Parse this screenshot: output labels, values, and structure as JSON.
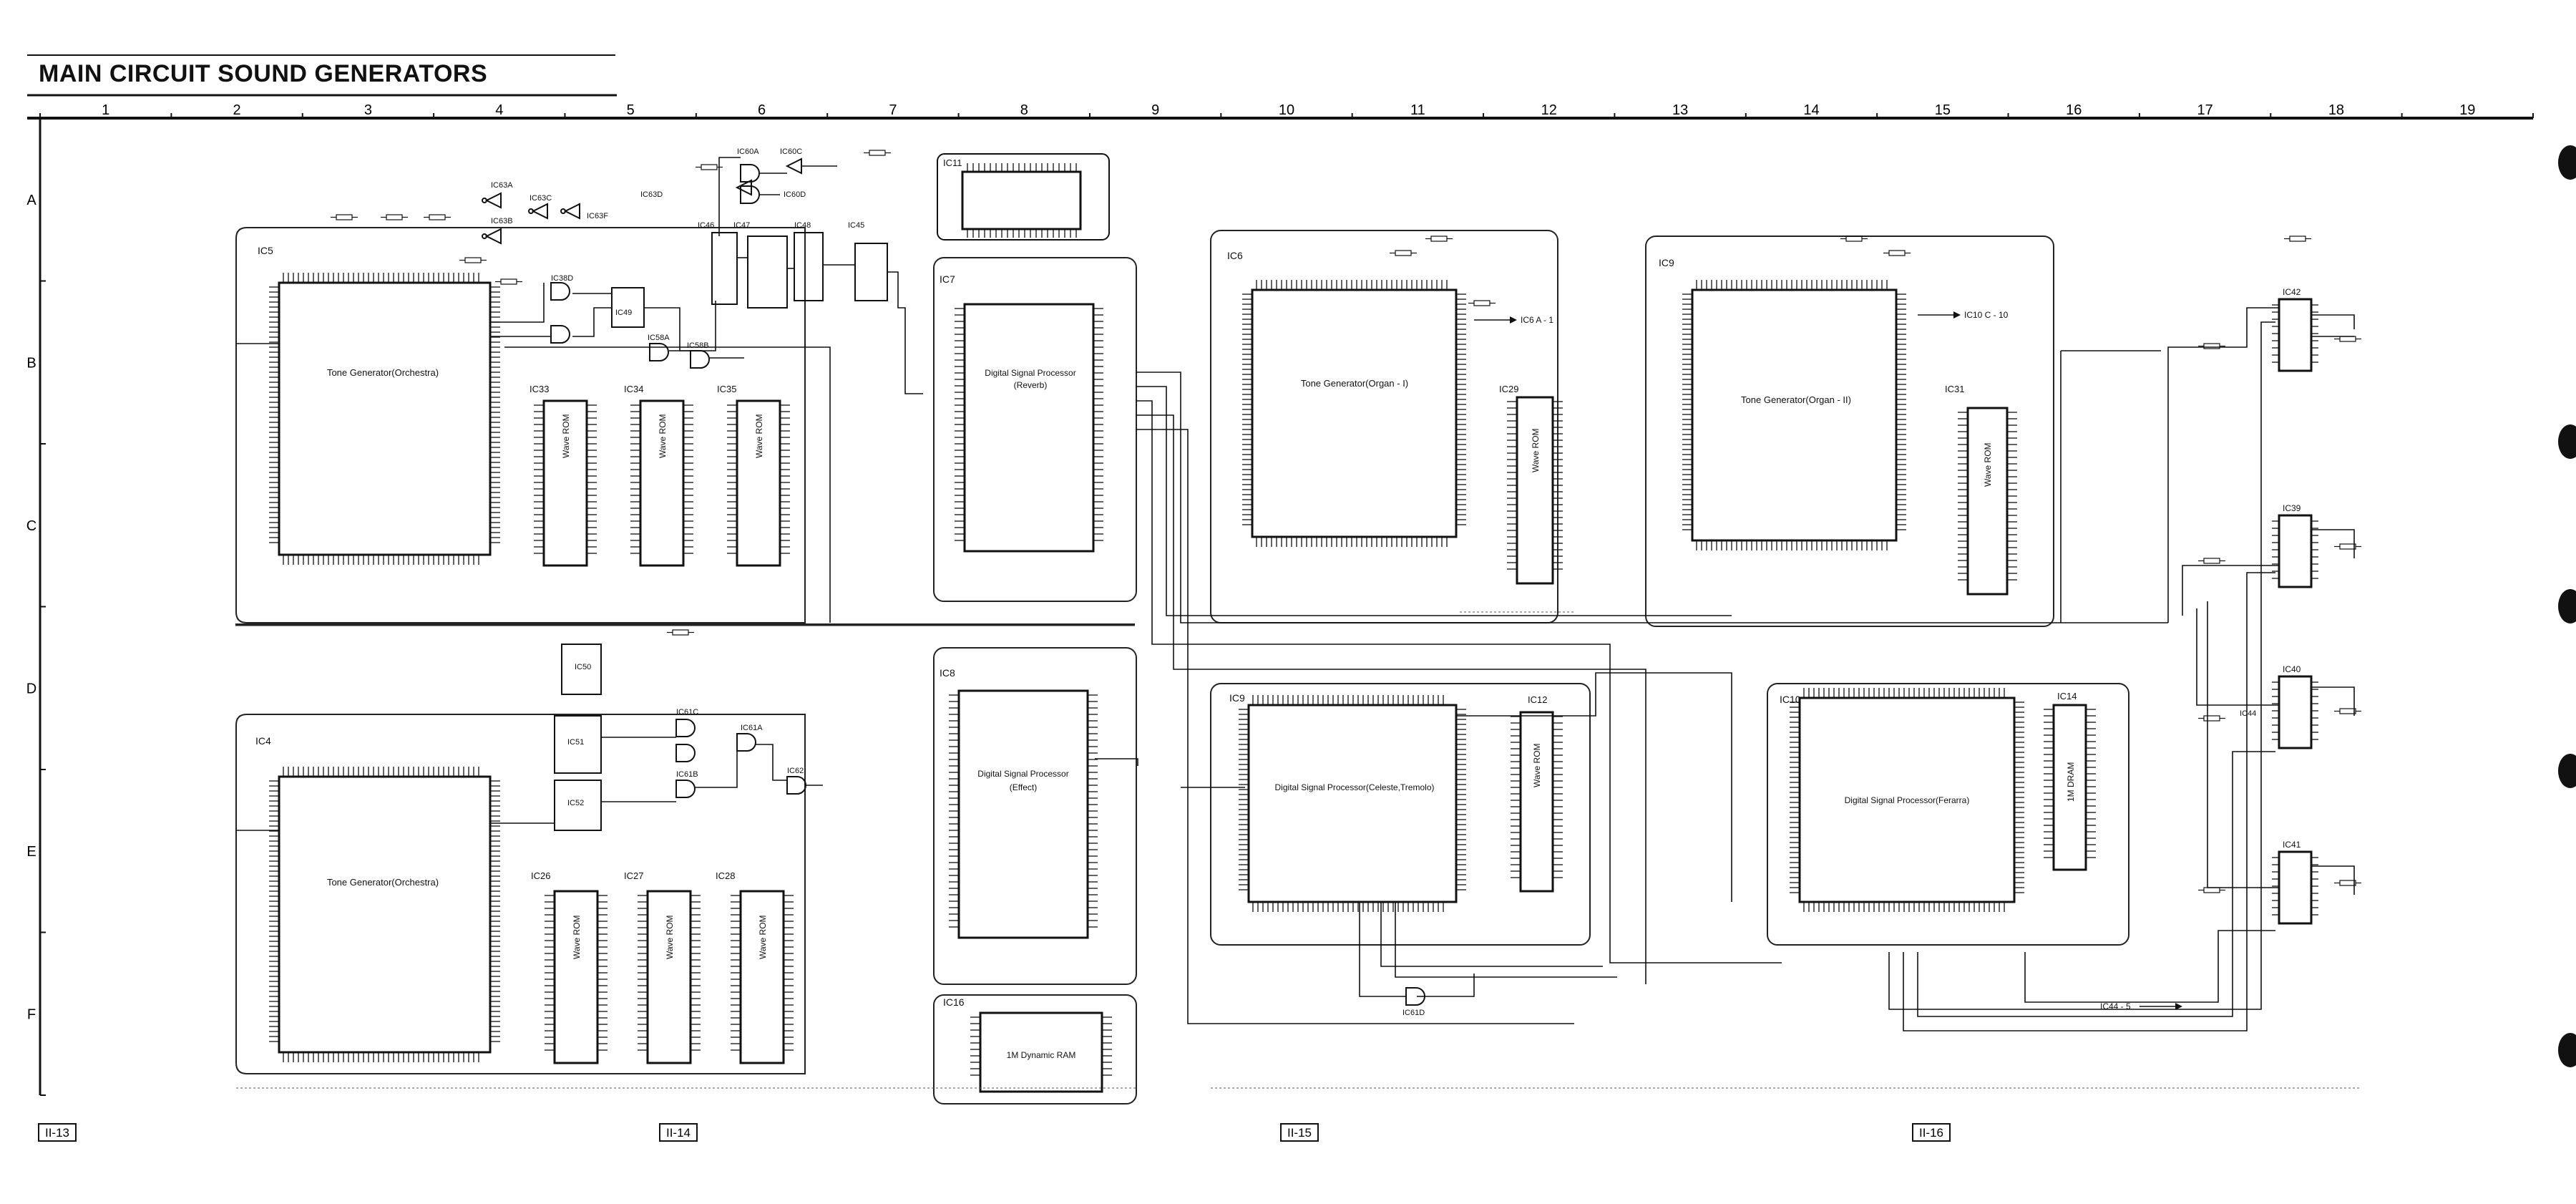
{
  "title": "MAIN CIRCUIT SOUND GENERATORS",
  "columns": [
    "1",
    "2",
    "3",
    "4",
    "5",
    "6",
    "7",
    "8",
    "9",
    "10",
    "11",
    "12",
    "13",
    "14",
    "15",
    "16",
    "17",
    "18",
    "19"
  ],
  "rows": [
    "A",
    "B",
    "C",
    "D",
    "E",
    "F"
  ],
  "pages": [
    "II-13",
    "II-14",
    "II-15",
    "II-16"
  ],
  "chips": {
    "ic5": {
      "ref": "IC5",
      "name": "Tone Generator(Orchestra)"
    },
    "ic4": {
      "ref": "IC4",
      "name": "Tone Generator(Orchestra)"
    },
    "ic7": {
      "ref": "IC7",
      "name": "Digital Signal Processor",
      "sub": "(Reverb)"
    },
    "ic8": {
      "ref": "IC8",
      "name": "Digital Signal Processor",
      "sub": "(Effect)"
    },
    "ic6": {
      "ref": "IC6",
      "name": "Tone Generator(Organ - I)"
    },
    "ic9": {
      "ref": "IC9",
      "name": "Tone Generator(Organ - II)"
    },
    "ic9b": {
      "ref": "IC9",
      "name": "Digital Signal Processor(Celeste,Tremolo)"
    },
    "ic10": {
      "ref": "IC10",
      "name": "Digital Signal Processor(Ferarra)"
    },
    "ic33": {
      "ref": "IC33",
      "name": "Wave ROM"
    },
    "ic34": {
      "ref": "IC34",
      "name": "Wave ROM"
    },
    "ic35": {
      "ref": "IC35",
      "name": "Wave ROM"
    },
    "ic26": {
      "ref": "IC26",
      "name": "Wave ROM"
    },
    "ic27": {
      "ref": "IC27",
      "name": "Wave ROM"
    },
    "ic28": {
      "ref": "IC28",
      "name": "Wave ROM"
    },
    "ic29": {
      "ref": "IC29",
      "name": "Wave ROM"
    },
    "ic31": {
      "ref": "IC31",
      "name": "Wave ROM"
    },
    "ic12": {
      "ref": "IC12",
      "name": "Wave ROM"
    },
    "ic14": {
      "ref": "IC14",
      "name": "1M DRAM"
    },
    "ic16": {
      "ref": "IC16",
      "name": "1M Dynamic RAM"
    },
    "ic11": {
      "ref": "IC11",
      "name": ""
    },
    "ic42": {
      "ref": "IC42",
      "name": ""
    },
    "ic39": {
      "ref": "IC39",
      "name": ""
    },
    "ic40": {
      "ref": "IC40",
      "name": ""
    },
    "ic41": {
      "ref": "IC41",
      "name": ""
    }
  },
  "gates": {
    "ic63a": "IC63A",
    "ic63c": "IC63C",
    "ic63b": "IC63B",
    "ic63f": "IC63F",
    "ic63d": "IC63D",
    "ic60a": "IC60A",
    "ic60c": "IC60C",
    "ic60d": "IC60D",
    "ic46": "IC46",
    "ic47": "IC47",
    "ic48": "IC48",
    "ic45": "IC45",
    "ic49": "IC49",
    "ic38d": "IC38D",
    "ic58a": "IC58A",
    "ic58b": "IC58B",
    "ic50": "IC50",
    "ic51": "IC51",
    "ic52": "IC52",
    "ic61c": "IC61C",
    "ic61a": "IC61A",
    "ic61b": "IC61B",
    "ic61d": "IC61D",
    "ic62": "IC62",
    "ic44": "IC44"
  },
  "notes": {
    "to_ic6": "IC6 A - 1",
    "to_ic10": "IC10 C - 10",
    "to_ic44": "IC44 - 5"
  }
}
